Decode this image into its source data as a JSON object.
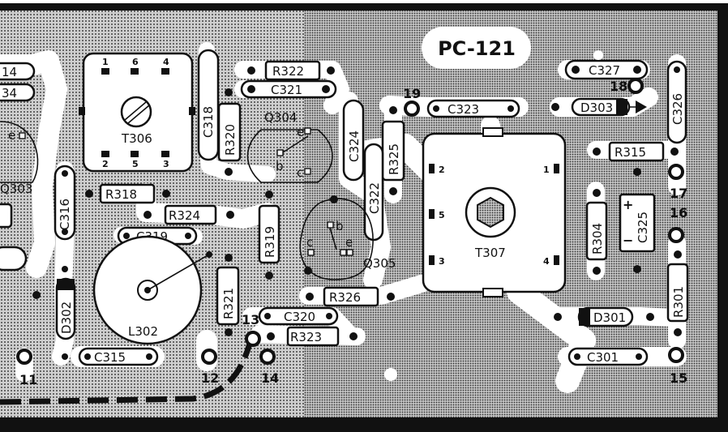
{
  "board": {
    "title": "PC-121",
    "colors": {
      "dots": "#9a9a9a",
      "copper": "#ffffff",
      "ink": "#111111"
    }
  },
  "labels": {
    "R322": "R322",
    "C321": "C321",
    "C327": "C327",
    "C326": "C326",
    "C318": "C318",
    "R320": "R320",
    "T306": "T306",
    "Q304": "Q304",
    "Q304_e": "e",
    "Q304_b": "b",
    "Q304_c": "c",
    "C324": "C324",
    "C323": "C323",
    "D303": "D303",
    "R325": "R325",
    "R315": "R315",
    "C322": "C322",
    "T307": "T307",
    "R304": "R304",
    "C325": "C325",
    "C325_plus": "+",
    "C325_minus": "−",
    "R318": "R318",
    "R324": "R324",
    "C316": "C316",
    "Q303": "Q303",
    "Q303_e": "e",
    "R319": "R319",
    "C319": "C319",
    "Q305": "Q305",
    "Q305_b": "b",
    "Q305_c": "c",
    "Q305_e": "e",
    "R326": "R326",
    "R321": "R321",
    "L302": "L302",
    "D302": "D302",
    "C320": "C320",
    "R323": "R323",
    "C315": "C315",
    "D301": "D301",
    "R301": "R301",
    "C301": "C301",
    "R14a": "14",
    "R14b": "34"
  },
  "pins": {
    "t306": [
      "1",
      "6",
      "4",
      "2",
      "5",
      "3"
    ],
    "t307": [
      "2",
      "5",
      "3",
      "1",
      "4"
    ]
  },
  "terminals": [
    "11",
    "12",
    "13",
    "14",
    "15",
    "16",
    "17",
    "18",
    "19"
  ]
}
